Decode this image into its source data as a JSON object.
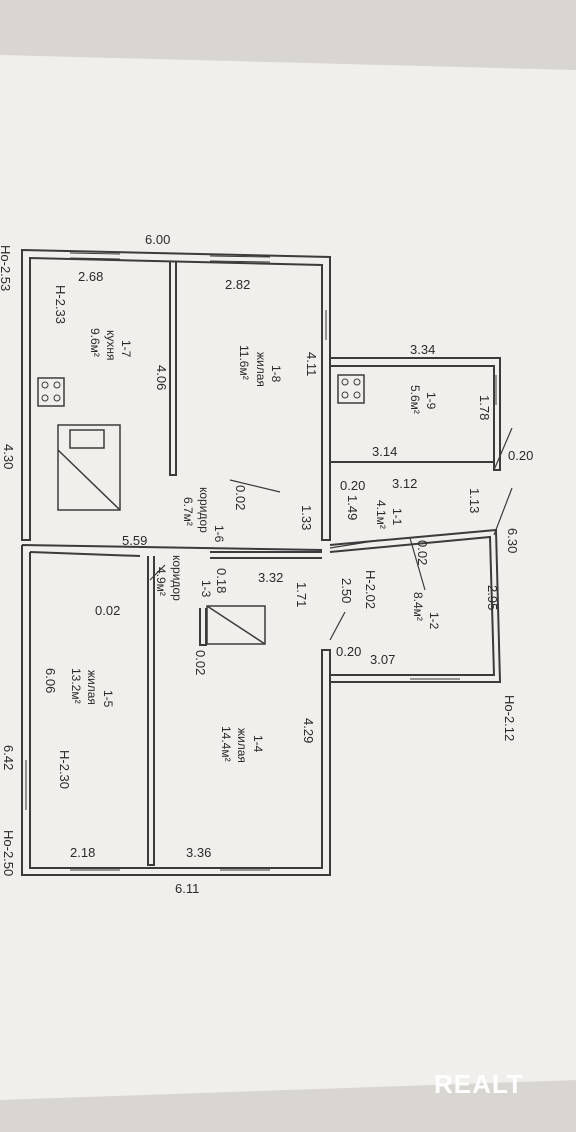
{
  "dimensions": {
    "top_width": "6.00",
    "kitchen_width": "2.68",
    "room18_width": "2.82",
    "room17_length": "4.06",
    "room18_length": "4.11",
    "room19_width": "3.34",
    "room19_depth": "1.78",
    "room19_bottom": "3.14",
    "wall_a": "0.20",
    "wall_b": "0.20",
    "wall_c": "0.20",
    "room11_width": "3.12",
    "corr_gap": "0.02",
    "room11_left": "1.33",
    "room11_length": "1.49",
    "room12_top": "1.13",
    "right_total": "6.30",
    "room12_length": "2.95",
    "room12_bottom": "3.07",
    "left_mid": "5.59",
    "partition_a": "0.02",
    "partition_b": "0.02",
    "partition_c": "0.02",
    "corr13_width": "3.32",
    "corr13_len": "0.18",
    "corr13_height": "1.71",
    "corr13_right": "2.50",
    "room15_length": "6.06",
    "room14_length": "4.29",
    "bottom_left": "2.18",
    "bottom_mid": "3.36",
    "bottom_total": "6.11"
  },
  "heights": {
    "h_kitchen": "Н-2.33",
    "h_1_2": "Н-2.02",
    "h_1_5": "Н-2.30",
    "ho_right": "Но-2.12",
    "ho_left_bottom": "Но-2.50",
    "edge_top_left": "Но-2.53",
    "edge_430": "4.30",
    "edge_642": "6.42"
  },
  "rooms": {
    "r17": {
      "id": "1-7",
      "name": "кухня",
      "area": "9.6м²"
    },
    "r18": {
      "id": "1-8",
      "name": "жилая",
      "area": "11.6м²"
    },
    "r19": {
      "id": "1-9",
      "area": "5.6м²"
    },
    "r16": {
      "id": "1-6",
      "name": "коридор",
      "area": "6.7м²"
    },
    "r11": {
      "id": "1-1",
      "area": "4.1м²"
    },
    "r12": {
      "id": "1-2",
      "area": "8.4м²"
    },
    "r13": {
      "id": "1-3",
      "name": "коридор",
      "area": "4.9м²"
    },
    "r15": {
      "id": "1-5",
      "name": "жилая",
      "area": "13.2м²"
    },
    "r14": {
      "id": "1-4",
      "name": "жилая",
      "area": "14.4м²"
    }
  },
  "watermark": "REALT",
  "colors": {
    "paper": "#f1efec",
    "wall": "#3b3b3b",
    "background": "#d9d6d1"
  }
}
